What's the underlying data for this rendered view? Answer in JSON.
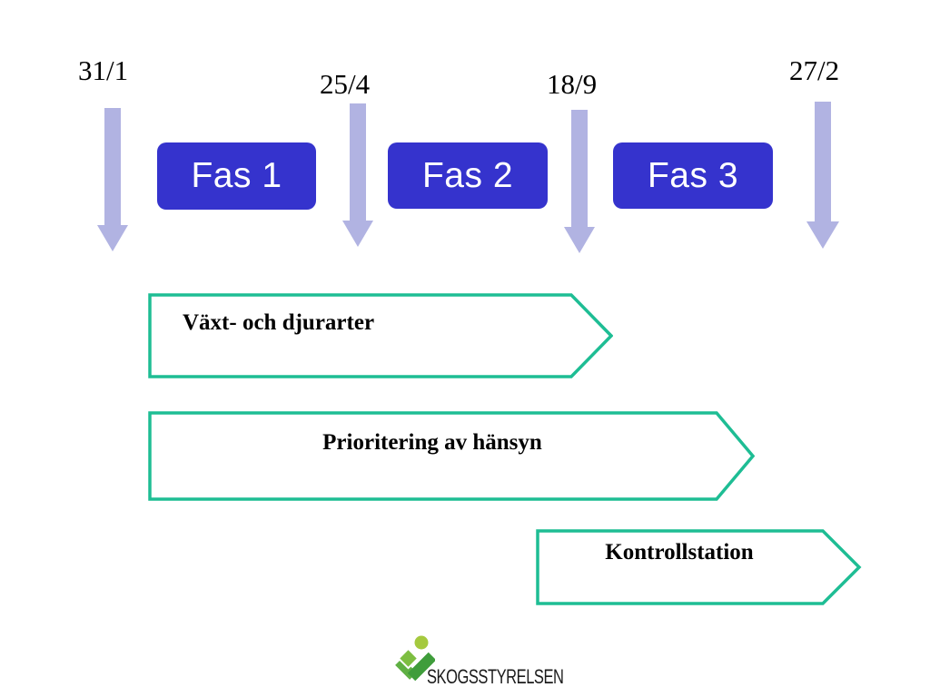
{
  "slide": {
    "timeline": {
      "milestones": [
        {
          "date": "31/1"
        },
        {
          "date": "25/4"
        },
        {
          "date": "18/9"
        },
        {
          "date": "27/2"
        }
      ],
      "phases": [
        {
          "label": "Fas 1"
        },
        {
          "label": "Fas 2"
        },
        {
          "label": "Fas 3"
        }
      ]
    },
    "tracks": [
      {
        "label": "Växt- och djurarter"
      },
      {
        "label": "Prioritering av hänsyn"
      },
      {
        "label": "Kontrollstation"
      }
    ],
    "logo": {
      "name": "SKOGSSTYRELSEN"
    },
    "colors": {
      "phase_fill": "#3533cd",
      "phase_text": "#ffffff",
      "milestone_arrow": "#b1b3e2",
      "track_outline": "#1ebd94",
      "date_text": "#000000",
      "logo_greens": [
        "#a5c93e",
        "#7dbe41",
        "#5fb043",
        "#3f9d3b"
      ]
    }
  }
}
